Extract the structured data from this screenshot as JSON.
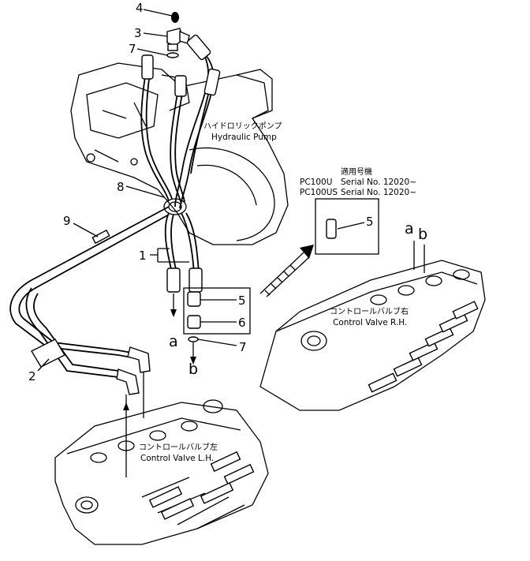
{
  "callouts": {
    "c1": "1",
    "c2": "2",
    "c3": "3",
    "c4": "4",
    "c5": "5",
    "c5b": "5",
    "c6": "6",
    "c7a": "7",
    "c7b": "7",
    "c8": "8",
    "c9": "9",
    "a_lower": "a",
    "b_lower": "b",
    "a_upper": "a",
    "b_upper": "b"
  },
  "labels": {
    "pump_jp": "ハイドロリックポンプ",
    "pump_en": "Hydraulic Pump",
    "cv_rh_jp": "コントロールバルブ右",
    "cv_rh_en": "Control Valve R.H.",
    "cv_lh_jp": "コントロールバルブ左",
    "cv_lh_en": "Control Valve L.H."
  },
  "serial": {
    "heading": "適用号機",
    "rows": [
      {
        "model": "PC100U",
        "text": "Serial No. 12020~"
      },
      {
        "model": "PC100US",
        "text": "Serial No. 12020~"
      }
    ]
  }
}
